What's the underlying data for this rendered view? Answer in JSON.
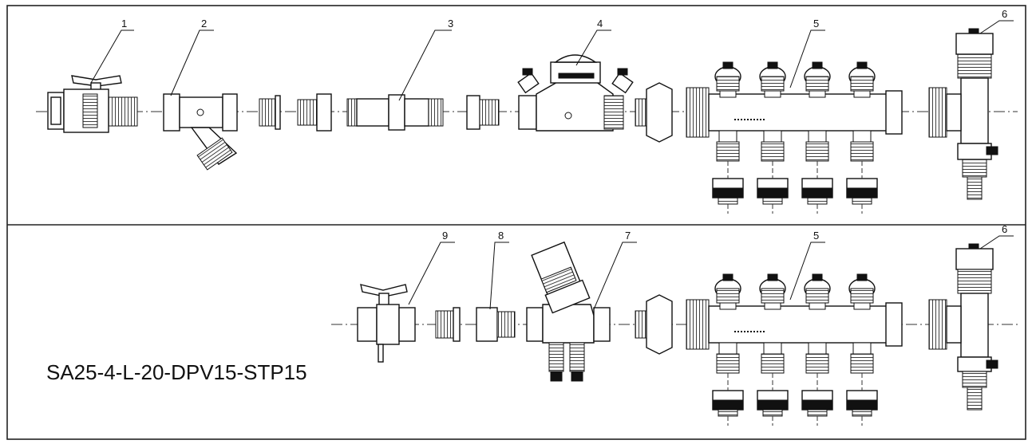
{
  "caption": "SA25-4-L-20-DPV15-STP15",
  "callouts": {
    "c1": "1",
    "c2": "2",
    "c3": "3",
    "c4": "4",
    "c5_top": "5",
    "c6_top": "6",
    "c9": "9",
    "c8": "8",
    "c7": "7",
    "c5_bottom": "5",
    "c6_bottom": "6"
  },
  "colors": {
    "line": "#111111",
    "border": "#222222",
    "background": "#ffffff"
  }
}
